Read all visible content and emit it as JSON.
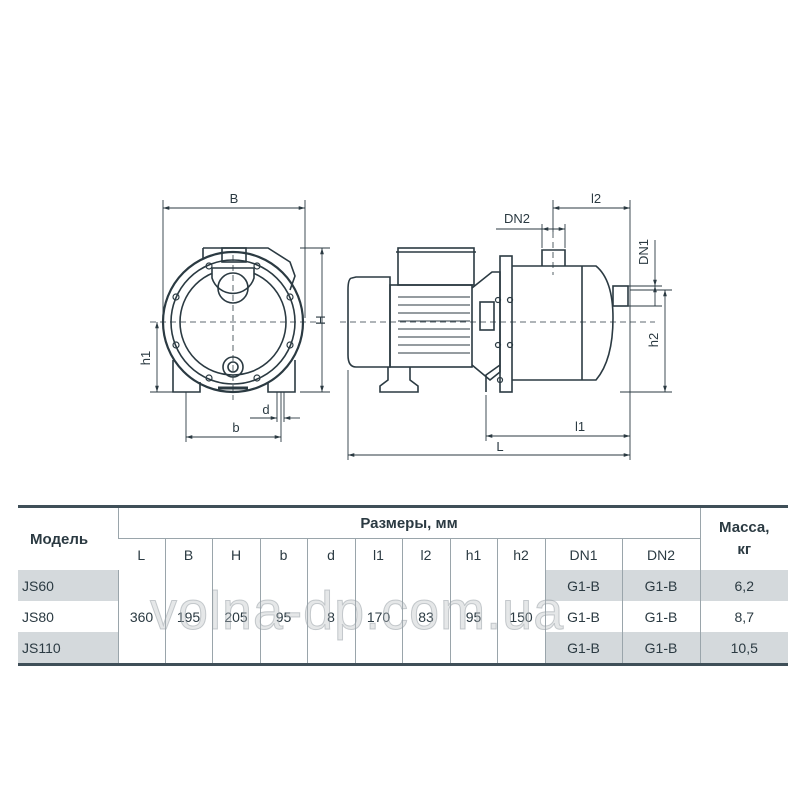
{
  "drawing": {
    "labels": {
      "B": "B",
      "H": "H",
      "h1": "h1",
      "b": "b",
      "d": "d",
      "DN2": "DN2",
      "l2": "l2",
      "DN1": "DN1",
      "h2": "h2",
      "l1": "l1",
      "L": "L"
    }
  },
  "table": {
    "model_header": "Модель",
    "dims_header": "Размеры, мм",
    "mass_header_1": "Масса,",
    "mass_header_2": "кг",
    "columns": [
      "L",
      "B",
      "H",
      "b",
      "d",
      "l1",
      "l2",
      "h1",
      "h2",
      "DN1",
      "DN2"
    ],
    "shared": {
      "L": "360",
      "B": "195",
      "H": "205",
      "b": "95",
      "d": "8",
      "l1": "170",
      "l2": "83",
      "h1": "95",
      "h2": "150"
    },
    "rows": [
      {
        "model": "JS60",
        "DN1": "G1-B",
        "DN2": "G1-B",
        "mass": "6,2"
      },
      {
        "model": "JS80",
        "DN1": "G1-B",
        "DN2": "G1-B",
        "mass": "8,7"
      },
      {
        "model": "JS110",
        "DN1": "G1-B",
        "DN2": "G1-B",
        "mass": "10,5"
      }
    ]
  },
  "watermark": "volna-dp.com.ua"
}
